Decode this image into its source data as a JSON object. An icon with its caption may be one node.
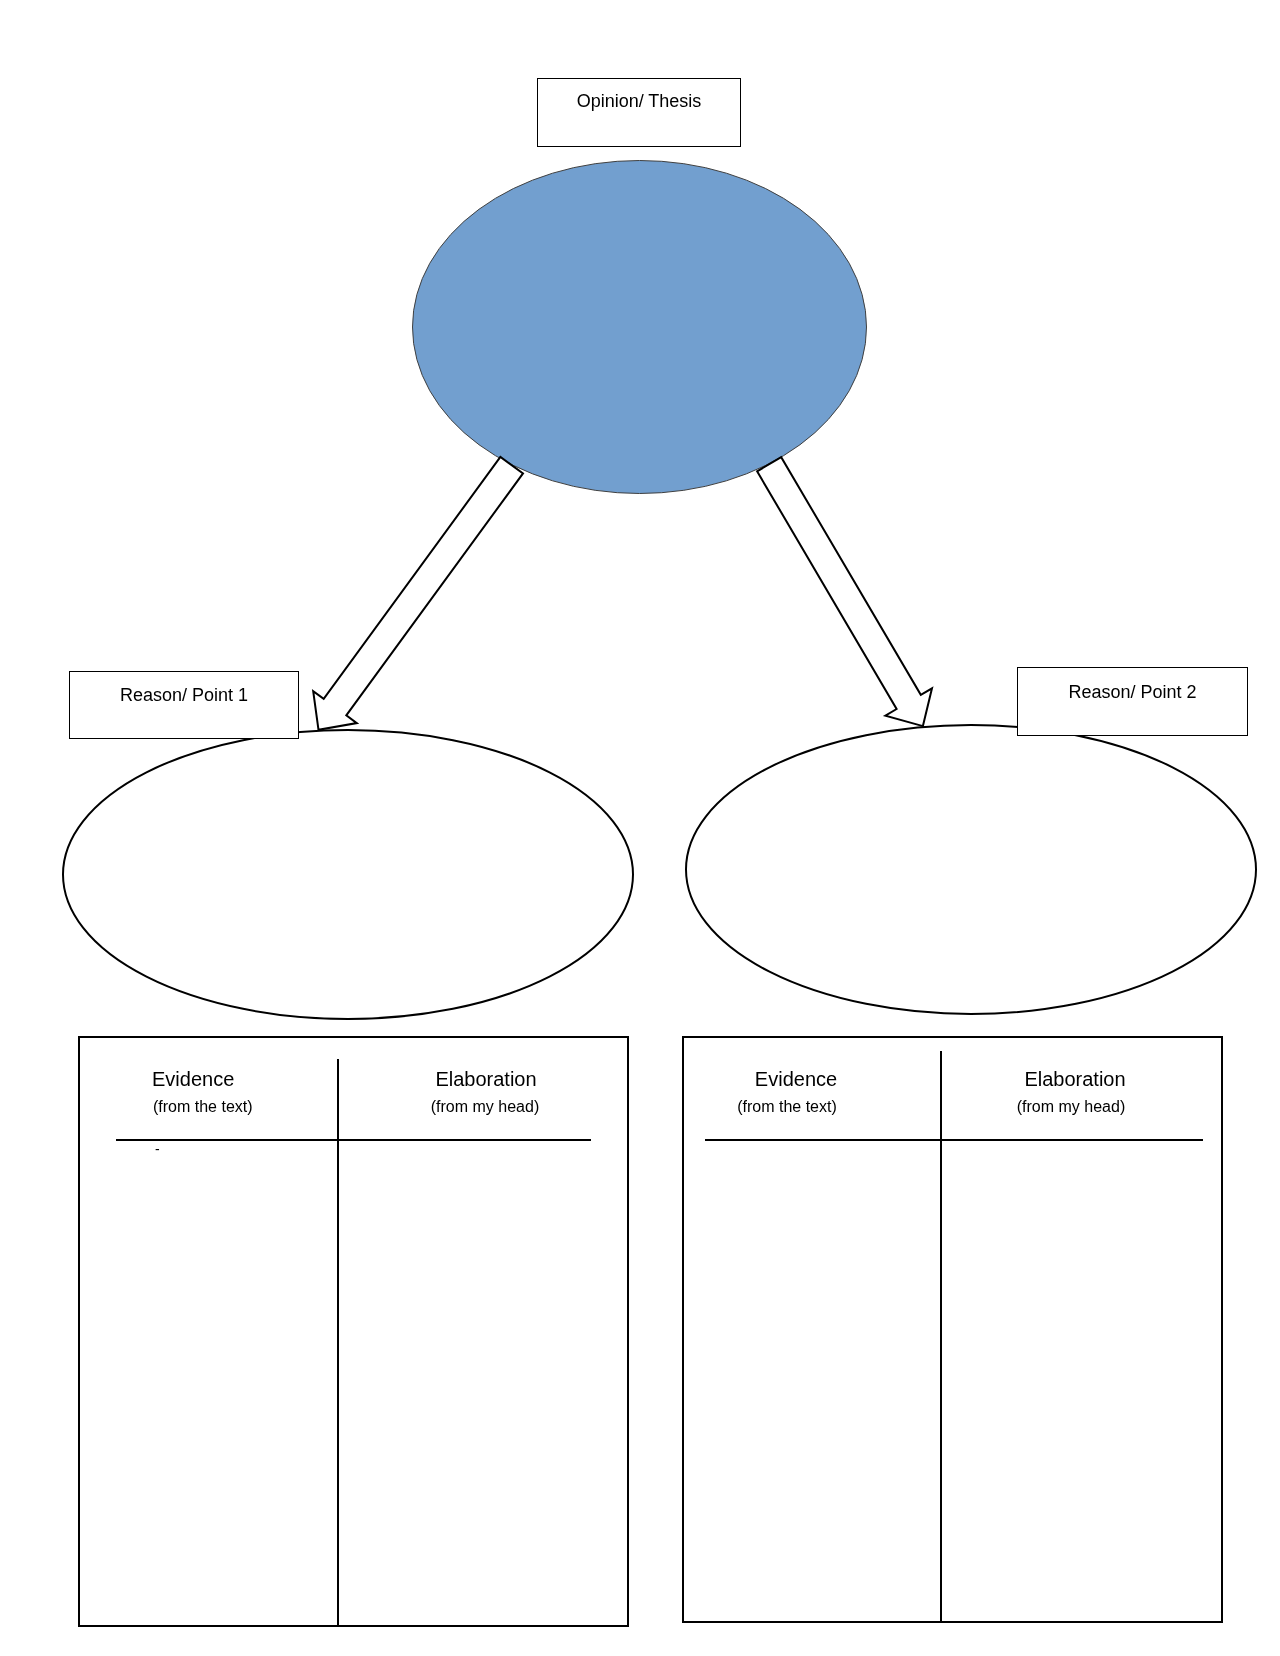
{
  "diagram": {
    "nodes": [
      {
        "text": [
          "Opinion/ Thesis"
        ]
      },
      {
        "text": [],
        "shape": "ellipse"
      },
      {
        "text": [
          "Reason/ Point 1"
        ]
      },
      {
        "text": [],
        "shape": "ellipse"
      },
      {
        "text": [
          "Reason/ Point 2"
        ]
      },
      {
        "text": [],
        "shape": "ellipse"
      },
      {
        "text": [
          "Evidence",
          "(from the text)",
          "Elaboration",
          "(from my head)",
          "-"
        ]
      },
      {
        "text": [
          "Evidence",
          "(from the text)",
          "Elaboration",
          "(from my head)"
        ]
      }
    ],
    "edges": [
      {
        "from": 1,
        "to": 3,
        "arrow": "to"
      },
      {
        "from": 1,
        "to": 5,
        "arrow": "to"
      }
    ]
  }
}
